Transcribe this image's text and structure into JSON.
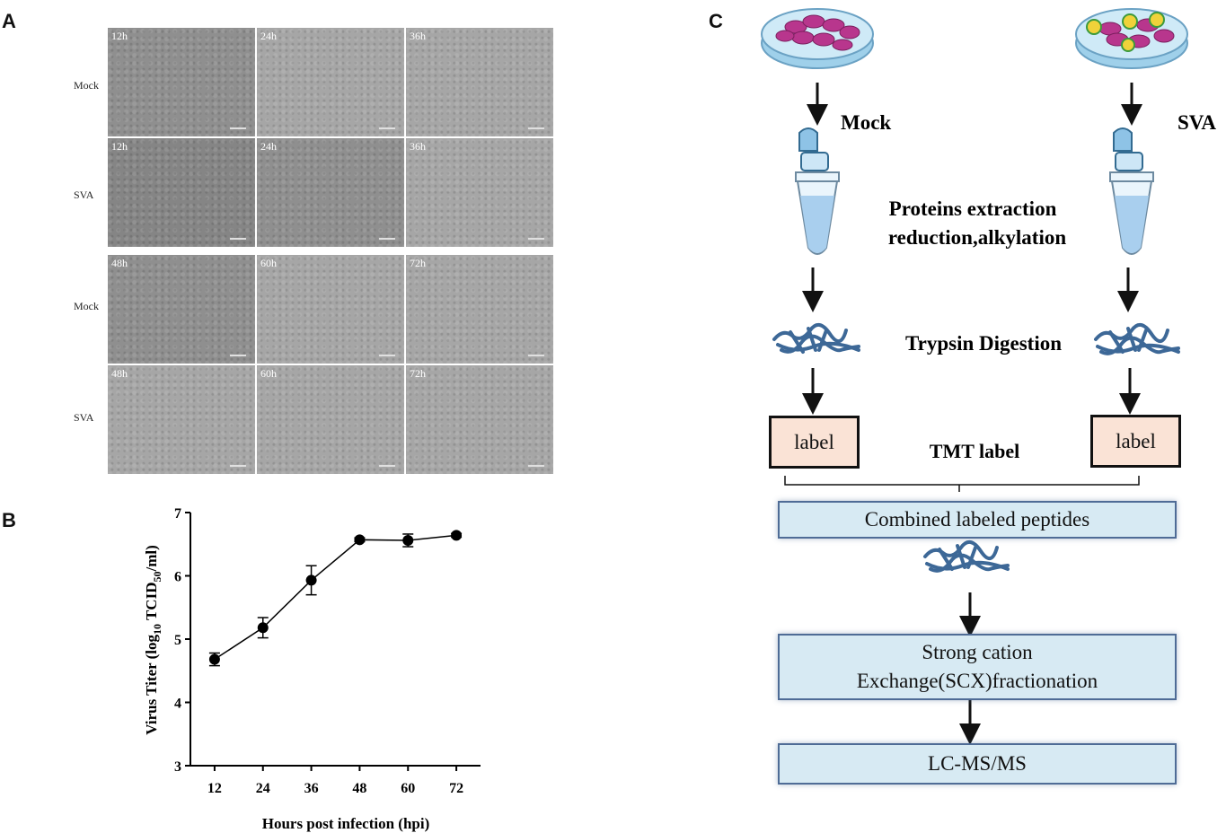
{
  "panels": {
    "a": "A",
    "b": "B",
    "c": "C"
  },
  "panel_a": {
    "rows": [
      {
        "label": "Mock",
        "cells": [
          "12h",
          "24h",
          "36h"
        ]
      },
      {
        "label": "SVA",
        "cells": [
          "12h",
          "24h",
          "36h"
        ]
      },
      {
        "label": "Mock",
        "cells": [
          "48h",
          "60h",
          "72h"
        ]
      },
      {
        "label": "SVA",
        "cells": [
          "48h",
          "60h",
          "72h"
        ]
      }
    ]
  },
  "chart_data": {
    "type": "line",
    "x": [
      12,
      24,
      36,
      48,
      60,
      72
    ],
    "series": [
      {
        "values": [
          4.68,
          5.18,
          5.93,
          6.57,
          6.56,
          6.64
        ],
        "error": [
          0.1,
          0.16,
          0.23,
          0.03,
          0.1,
          0.03
        ]
      }
    ],
    "xlabel": "Hours post infection (hpi)",
    "ylabel_parts": {
      "main": "Virus Titer (log",
      "sub1": "10",
      "mid": " TCID",
      "sub2": "50",
      "end": "/ml)"
    },
    "xticks": [
      "12",
      "24",
      "36",
      "48",
      "60",
      "72"
    ],
    "yticks": [
      "3",
      "4",
      "5",
      "6",
      "7"
    ],
    "ylim": [
      3,
      7
    ],
    "xlim": [
      6,
      78
    ],
    "marker": "filled-circle",
    "color": "#000000"
  },
  "panel_c": {
    "mock_label": "Mock",
    "sva_label": "SVA",
    "extraction_line1": "Proteins extraction",
    "extraction_line2": "reduction,alkylation",
    "digestion": "Trypsin Digestion",
    "label_text": "label",
    "tmt": "TMT label",
    "combined": "Combined labeled peptides",
    "scx_line1": "Strong cation",
    "scx_line2": "Exchange(SCX)fractionation",
    "lcms": "LC-MS/MS",
    "colors": {
      "dish": "#bfe3f5",
      "cell": "#b8368d",
      "peptide": "#3d6897",
      "tube": "#a9cfee",
      "box_fill": "#d7eaf3",
      "label_fill": "#fae3d6"
    }
  }
}
